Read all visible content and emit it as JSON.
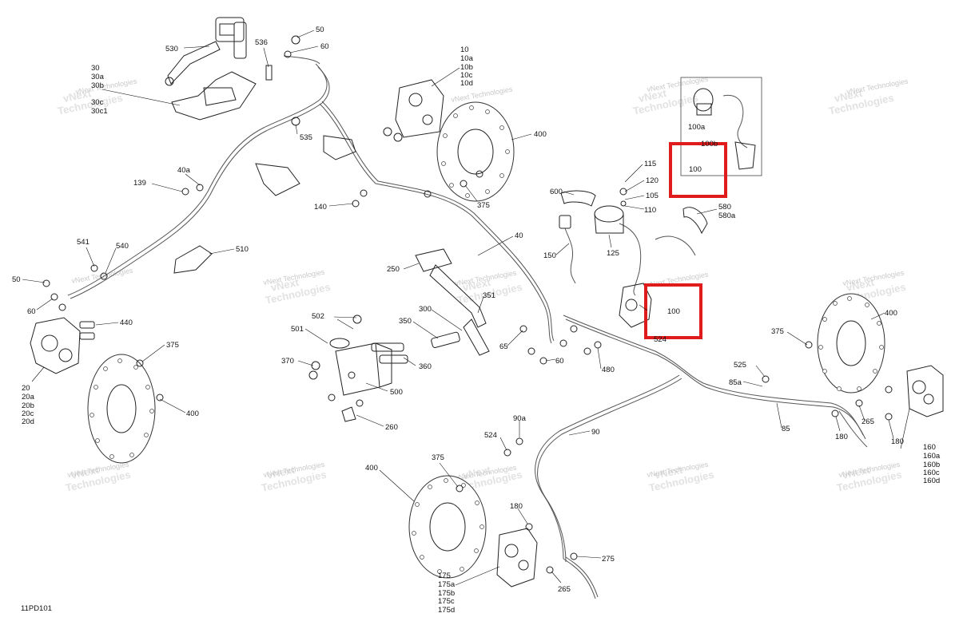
{
  "diagram": {
    "code": "11PD101",
    "watermark_line1": "vNext",
    "watermark_line2": "Technologies",
    "watermark_full": "vNext Technologies",
    "highlight_color": "#e01b1b",
    "callouts": {
      "p530": "530",
      "p536": "536",
      "p50a": "50",
      "p60a": "60",
      "p30": "30",
      "p30a": "30a",
      "p30b": "30b",
      "p30c": "30c",
      "p30c1": "30c1",
      "p535": "535",
      "p139": "139",
      "p40a": "40a",
      "p140": "140",
      "p541": "541",
      "p540": "540",
      "p510": "510",
      "p50b": "50",
      "p60b": "60",
      "p440": "440",
      "p375a": "375",
      "p20": "20",
      "p20a": "20a",
      "p20b": "20b",
      "p20c": "20c",
      "p20d": "20d",
      "p400a": "400",
      "p10": "10",
      "p10a": "10a",
      "p10b": "10b",
      "p10c": "10c",
      "p10d": "10d",
      "p400b": "400",
      "p375b": "375",
      "p40": "40",
      "p250": "250",
      "p351": "351",
      "p300": "300",
      "p350": "350",
      "p502": "502",
      "p501": "501",
      "p370": "370",
      "p360": "360",
      "p500": "500",
      "p260": "260",
      "p65": "65",
      "p60c": "60",
      "p480": "480",
      "p600": "600",
      "p150": "150",
      "p125": "125",
      "p115": "115",
      "p120": "120",
      "p105": "105",
      "p110": "110",
      "p580": "580",
      "p580a": "580a",
      "p100a": "100a",
      "p100b": "100b",
      "p100box": "100",
      "p100main": "100",
      "p524a": "524",
      "p400c": "400",
      "p375c": "375",
      "p525": "525",
      "p85a": "85a",
      "p85": "85",
      "p265a": "265",
      "p180a": "180",
      "p180b": "180",
      "p160": "160",
      "p160a": "160a",
      "p160b": "160b",
      "p160c": "160c",
      "p160d": "160d",
      "p90a": "90a",
      "p524b": "524",
      "p90": "90",
      "p400d": "400",
      "p375d": "375",
      "p180c": "180",
      "p275": "275",
      "p265b": "265",
      "p175": "175",
      "p175a": "175a",
      "p175b": "175b",
      "p175c": "175c",
      "p175d": "175d"
    }
  }
}
